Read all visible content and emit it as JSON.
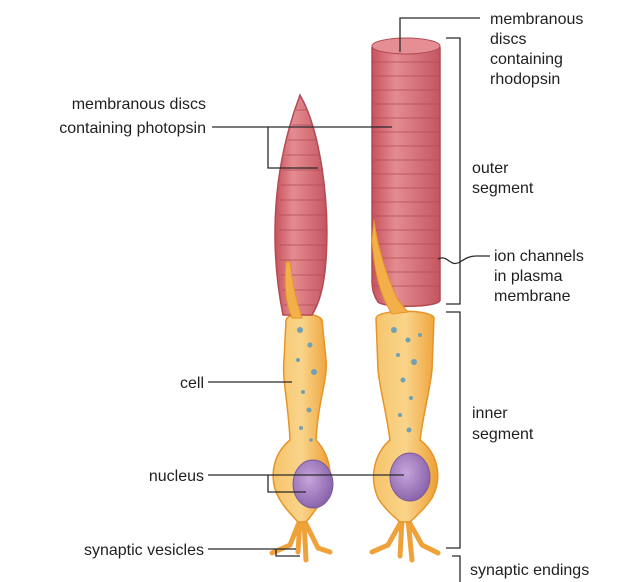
{
  "labels": {
    "discs_photopsin": [
      "membranous discs",
      "containing photopsin"
    ],
    "discs_rhodopsin": [
      "membranous",
      "discs",
      "containing",
      "rhodopsin"
    ],
    "outer_segment": [
      "outer",
      "segment"
    ],
    "ion_channels": [
      "ion channels",
      "in plasma",
      "membrane"
    ],
    "cell": "cell",
    "inner_segment": [
      "inner",
      "segment"
    ],
    "nucleus": "nucleus",
    "synaptic_vesicles": "synaptic vesicles",
    "synaptic_endings": "synaptic endings"
  },
  "colors": {
    "disc_fill": "#d9737a",
    "disc_line": "#b24a55",
    "cell_body": "#f3b04a",
    "cell_edge": "#e59427",
    "nucleus": "#a784c4",
    "granule": "#6fa0b6"
  }
}
